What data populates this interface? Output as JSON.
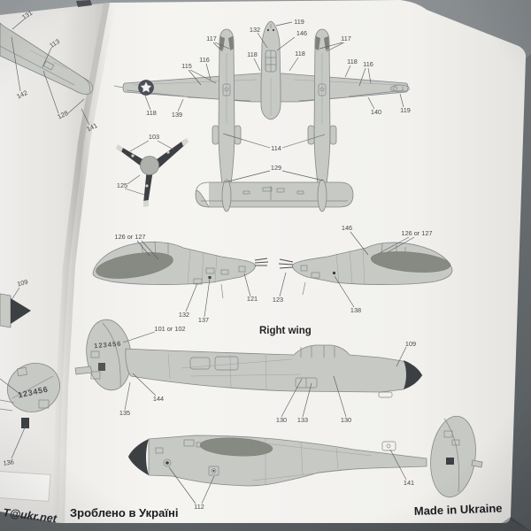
{
  "photo": {
    "colors": {
      "desk": "#8b9093",
      "page_right": "#f3f2ef",
      "page_left": "#e9e8e5",
      "fold_shadow": "#c2c1bf",
      "diagram_fill": "#c6c9c4",
      "diagram_line": "#84878b",
      "diagram_dark": "#3d4043",
      "label_text": "#45484a",
      "heading_text": "#1f2123"
    }
  },
  "left_page": {
    "callouts": {
      "c131": "131",
      "c113": "113",
      "c142": "142",
      "c128": "128",
      "c141": "141",
      "c109": "109",
      "c136": "136"
    },
    "fin_serial": "123456",
    "email_fragment": "T@ukr.net"
  },
  "right_page": {
    "top_view": {
      "callouts": {
        "c119_nose": "119",
        "c132": "132",
        "c146": "146",
        "c117_left": "117",
        "c117_right": "117",
        "c118_left_root": "118",
        "c118_right_root": "118",
        "c115": "115",
        "c116_left": "116",
        "c116_right": "116",
        "c118_right_inner": "118",
        "c118_star": "118",
        "c139": "139",
        "c140": "140",
        "c119_wing": "119",
        "c114": "114",
        "c129": "129"
      }
    },
    "propeller": {
      "callouts": {
        "c103": "103",
        "c125": "125"
      }
    },
    "pod_left_view": {
      "callouts": {
        "c126_127": "126 or 127",
        "c121": "121",
        "c132": "132",
        "c137": "137"
      }
    },
    "pod_right_view": {
      "callouts": {
        "c146": "146",
        "c126_127": "126 or 127",
        "c123": "123",
        "c138": "138"
      }
    },
    "heading_right_wing": "Right wing",
    "side_view_upper": {
      "fin_serial": "123456",
      "callouts": {
        "c101_102": "101 or 102",
        "c109": "109",
        "c144": "144",
        "c135": "135",
        "c130_left": "130",
        "c133": "133",
        "c130_right": "130"
      }
    },
    "side_view_lower": {
      "callouts": {
        "c112": "112",
        "c141": "141"
      }
    },
    "footer_ua": "Зроблено в Україні",
    "footer_en": "Made in Ukraine"
  }
}
